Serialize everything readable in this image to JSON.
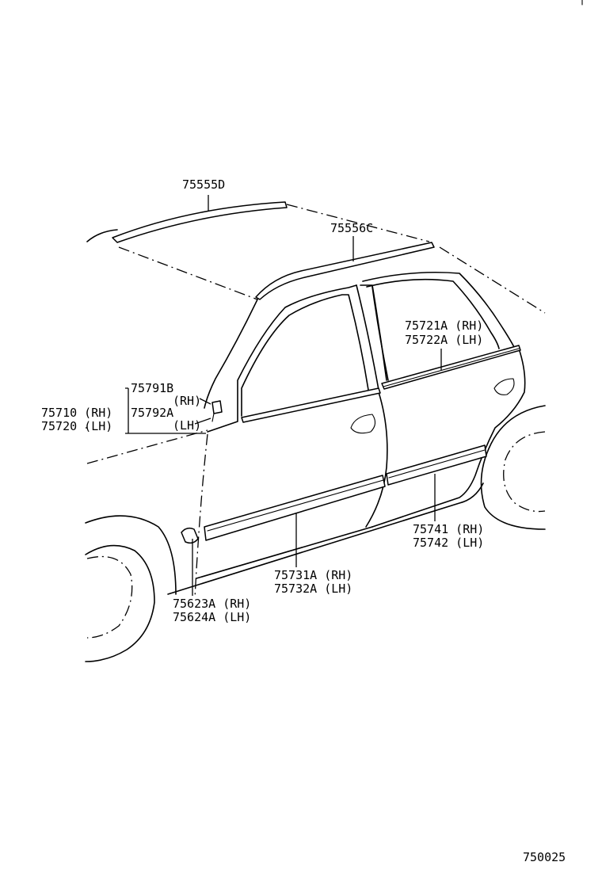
{
  "diagram_id": "750025",
  "parts": {
    "roof_molding_front": "75555D",
    "roof_molding_rear": "75556C",
    "rear_belt_rh": "75721A (RH)",
    "rear_belt_lh": "75722A (LH)",
    "clip_a_upper": "75791B",
    "clip_a_upper_side": "(RH)",
    "clip_a_lower": "75792A",
    "clip_a_lower_side": "(LH)",
    "front_belt_rh": "75710 (RH)",
    "front_belt_lh": "75720 (LH)",
    "rear_door_mold_rh": "75741 (RH)",
    "rear_door_mold_lh": "75742 (LH)",
    "front_door_mold_rh": "75731A (RH)",
    "front_door_mold_lh": "75732A (LH)",
    "fender_mold_rh": "75623A (RH)",
    "fender_mold_lh": "75624A (LH)"
  }
}
